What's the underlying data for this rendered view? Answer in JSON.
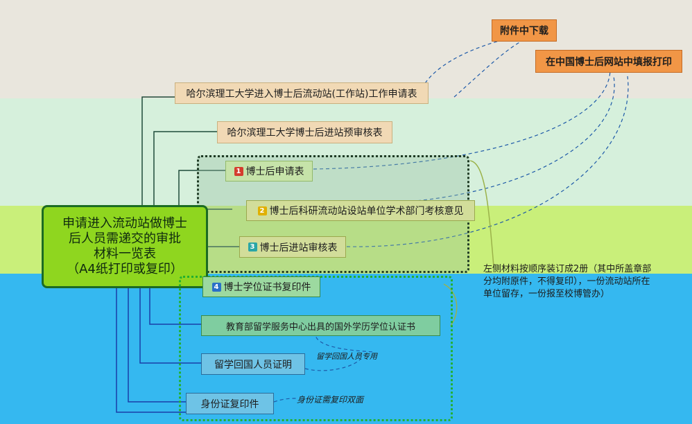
{
  "root": {
    "line1": "申请进入流动站做博士",
    "line2": "后人员需递交的审批",
    "line3": "材料一览表",
    "line4": "（A4纸打印或复印）"
  },
  "top": {
    "download": "附件中下载",
    "online": "在中国博士后网站中填报打印"
  },
  "items": {
    "form1": "哈尔滨理工大学进入博士后流动站(工作站)工作申请表",
    "form2": "哈尔滨理工大学博士后进站预审核表",
    "form3": "博士后申请表",
    "form4": "博士后科研流动站设站单位学术部门考核意见",
    "form5": "博士后进站审核表",
    "form6": "博士学位证书复印件",
    "form7": "教育部留学服务中心出具的国外学历学位认证书",
    "form8": "留学回国人员证明",
    "form9": "身份证复印件"
  },
  "badges": {
    "b1": "1",
    "b2": "2",
    "b3": "3",
    "b4": "4"
  },
  "notes": {
    "binding": "左侧材料按顺序装订成2册（其中所盖章部分均附原件，不得复印），一份流动站所在单位留存，一份报至校博管办）",
    "returnees": "留学回国人员专用",
    "idcard": "身份证需复印双面"
  },
  "colors": {
    "orange": "#f19646",
    "tan": "#f1d9b5",
    "green_bright": "#cdf07a",
    "blue": "#35b8f0",
    "root_green": "#8fd61f"
  }
}
